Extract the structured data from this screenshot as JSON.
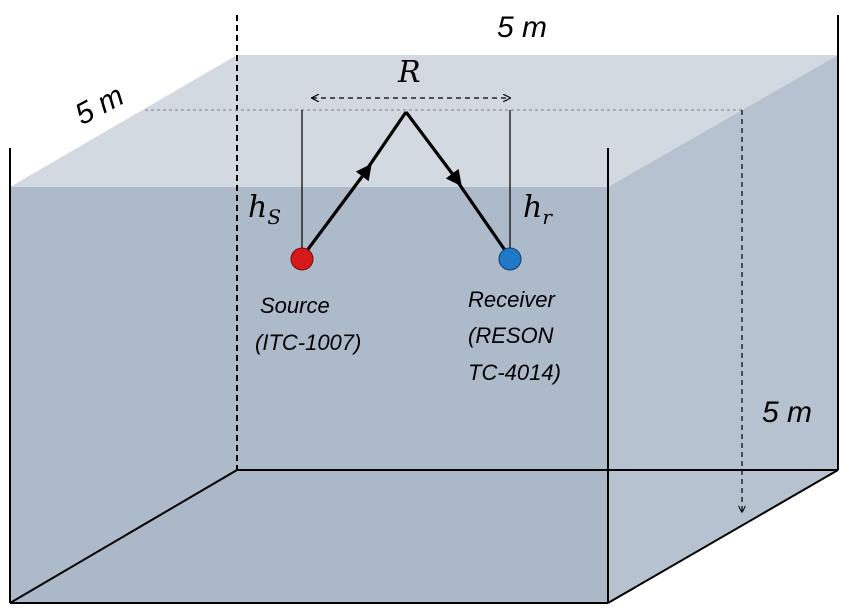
{
  "dimensions": {
    "depth_label": "5 m",
    "width_label": "5 m",
    "height_label": "5 m"
  },
  "range": {
    "symbol": "R"
  },
  "source": {
    "height_symbol": "h",
    "height_subscript": "S",
    "name": "Source",
    "model": "(ITC-1007)",
    "color": "#d7191c"
  },
  "receiver": {
    "height_symbol": "h",
    "height_subscript": "r",
    "name": "Receiver",
    "model_line1": "(RESON",
    "model_line2": "TC-4014)",
    "color": "#1f78c8"
  },
  "colors": {
    "water_top": "#d3d9e1",
    "water_front": "#a9b6c7",
    "water_right": "#b7c2d1",
    "floor": "#c5ced9"
  }
}
